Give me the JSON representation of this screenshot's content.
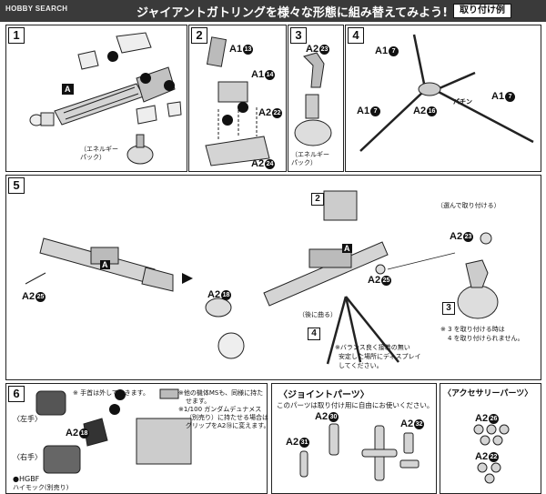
{
  "header": {
    "brand": "HOBBY SEARCH",
    "title": "ジャイアントガトリングを様々な形態に組み替えてみよう!",
    "example_tag": "取り付け例"
  },
  "steps": {
    "s1": {
      "num": "1",
      "parts": [
        "A"
      ],
      "energy_pack": "（エネルギー\nパック）"
    },
    "s2": {
      "num": "2",
      "parts": [
        "A1",
        "A1",
        "A2",
        "A2"
      ],
      "circled": [
        "13",
        "14",
        "22",
        "24"
      ]
    },
    "s3": {
      "num": "3",
      "parts": [
        "A2"
      ],
      "circled": [
        "23"
      ],
      "energy_pack": "（エネルギー\nパック）"
    },
    "s4": {
      "num": "4",
      "parts": [
        "A1",
        "A1",
        "A2",
        "A1"
      ],
      "circled": [
        "7",
        "7",
        "16",
        "7"
      ],
      "click": "パチン"
    },
    "s5": {
      "num": "5",
      "parts": [
        "A",
        "A2",
        "A2",
        "A2",
        "A2",
        "A"
      ],
      "circled": [
        "25",
        "18",
        "25",
        "23"
      ],
      "ref_nums": [
        "2",
        "3",
        "4"
      ],
      "notes": {
        "choose": "（選んで取り付ける）",
        "bend": "（後に曲る）",
        "combo1": "※ 3 を取り付ける時は",
        "combo2": "4 を取り付けられません。",
        "display1": "※バランス良く接着の無い",
        "display2": "安定した場所にディスプレイ",
        "display3": "してください。"
      }
    },
    "s6": {
      "num": "6",
      "parts": [
        "A2"
      ],
      "circled": [
        "18"
      ],
      "left_hand": "〈左手〉",
      "right_hand": "〈右手〉",
      "remove_hand": "※ 手首は外しておきます。",
      "note1": "※他の機体MSも、同様に持た",
      "note2": "せます。",
      "note3": "※1/100 ガンダムデュナメス",
      "note4": "（別売り）に持たせる場合は",
      "note5": "グリップをA2⑱に変えます。",
      "hgbf1": "●HGBF",
      "hgbf2": "ハイモック(別売り)"
    }
  },
  "joint_parts": {
    "title": "〈ジョイントパーツ〉",
    "desc": "このパーツは取り付け用に自由にお使いください。",
    "parts": [
      "A2",
      "A2",
      "A2"
    ],
    "circled": [
      "31",
      "30",
      "32"
    ]
  },
  "accessory_parts": {
    "title": "〈アクセサリーパーツ〉",
    "parts": [
      "A2",
      "A2"
    ],
    "circled": [
      "26",
      "22"
    ]
  }
}
